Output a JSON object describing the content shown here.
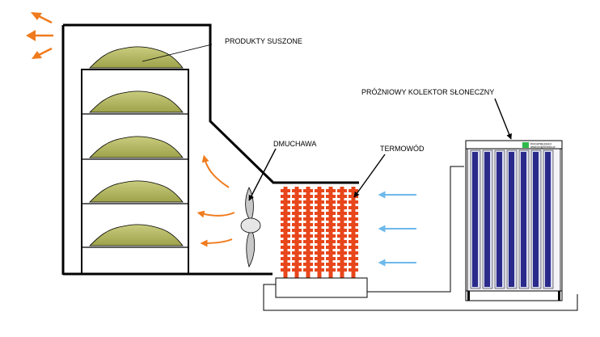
{
  "labels": {
    "products": "PRODUKTY SUSZONE",
    "blower": "DMUCHAWA",
    "heat_pipe": "TERMOWÓD",
    "collector": "PRÓŻNIOWY KOLEKTOR SŁONECZNY"
  },
  "collector_brand": {
    "name": "PROJPREZEKO",
    "url": "www.projprezeko.pl"
  },
  "colors": {
    "outline": "#000000",
    "product_fill": "#a8ad52",
    "product_highlight": "#d7d9a0",
    "heat_pipe": "#e8461b",
    "warm_air": "#f07b1d",
    "cold_air": "#6db9ea",
    "tube_dark": "#2a2a8a",
    "tube_light": "#d9dcf0",
    "brand_green": "#2fb94a"
  },
  "icons": {
    "exhaust": "arrow-out-icon",
    "warm_air": "curved-arrow-icon",
    "cold_air": "arrow-left-icon",
    "blower": "fan-icon"
  }
}
